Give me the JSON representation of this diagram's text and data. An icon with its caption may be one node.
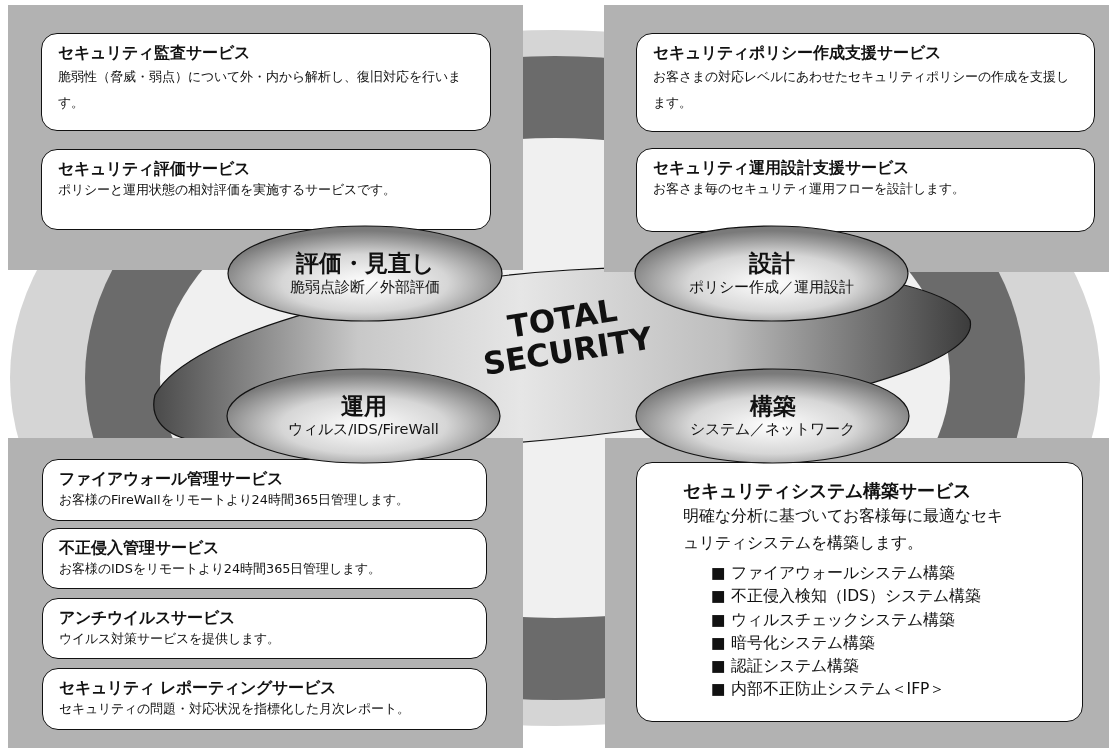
{
  "diagram": {
    "nodes": [
      {
        "text": [],
        "shape": "box"
      },
      {
        "text": [
          "セキュリティ監査サービス",
          "脆弱性（脅威・弱点）について外・内から解析し、復旧対応を行います。"
        ],
        "in": 0
      },
      {
        "text": [
          "セキュリティ評価サービス",
          "ポリシーと運用状態の相対評価を実施するサービスです。"
        ],
        "in": 0
      },
      {
        "text": [],
        "shape": "box"
      },
      {
        "text": [
          "セキュリティポリシー作成支援サービス",
          "お客さまの対応レベルにあわせたセキュリティポリシーの作成を支援します。"
        ],
        "in": 3
      },
      {
        "text": [
          "セキュリティ運用設計支援サービス",
          "お客さま毎のセキュリティ運用フローを設計します。"
        ],
        "in": 3
      },
      {
        "text": [
          "評価・見直し",
          "脆弱点診断／外部評価"
        ]
      },
      {
        "text": [
          "設計",
          "ポリシー作成／運用設計"
        ]
      },
      {
        "text": [
          "TOTAL SECURITY"
        ]
      },
      {
        "text": [
          "運用",
          "ウィルス/IDS/FireWall"
        ]
      },
      {
        "text": [
          "構築",
          "システム／ネットワーク"
        ]
      },
      {
        "text": [],
        "shape": "box"
      },
      {
        "text": [
          "ファイアウォール管理サービス",
          "お客様のFireWallをリモートより24時間365日管理します。"
        ],
        "in": 11
      },
      {
        "text": [
          "不正侵入管理サービス",
          "お客様のIDSをリモートより24時間365日管理します。"
        ],
        "in": 11
      },
      {
        "text": [
          "アンチウイルスサービス",
          "ウイルス対策サービスを提供します。"
        ],
        "in": 11
      },
      {
        "text": [
          "セキュリティ レポーティングサービス",
          "セキュリティの問題・対応状況を指標化した月次レポート。"
        ],
        "in": 11
      },
      {
        "text": [],
        "shape": "box"
      },
      {
        "text": [
          "セキュリティシステム構築サービス",
          "明確な分析に基づいてお客様毎に最適なセキュリティシステムを構築します。",
          "■ ファイアウォールシステム構築",
          "■ 不正侵入検知（IDS）システム構築",
          "■ ウィルスチェックシステム構築",
          "■ 暗号化システム構築",
          "■ 認証システム構築",
          "■ 内部不正防止システム＜IFP＞"
        ],
        "in": 16
      }
    ]
  }
}
